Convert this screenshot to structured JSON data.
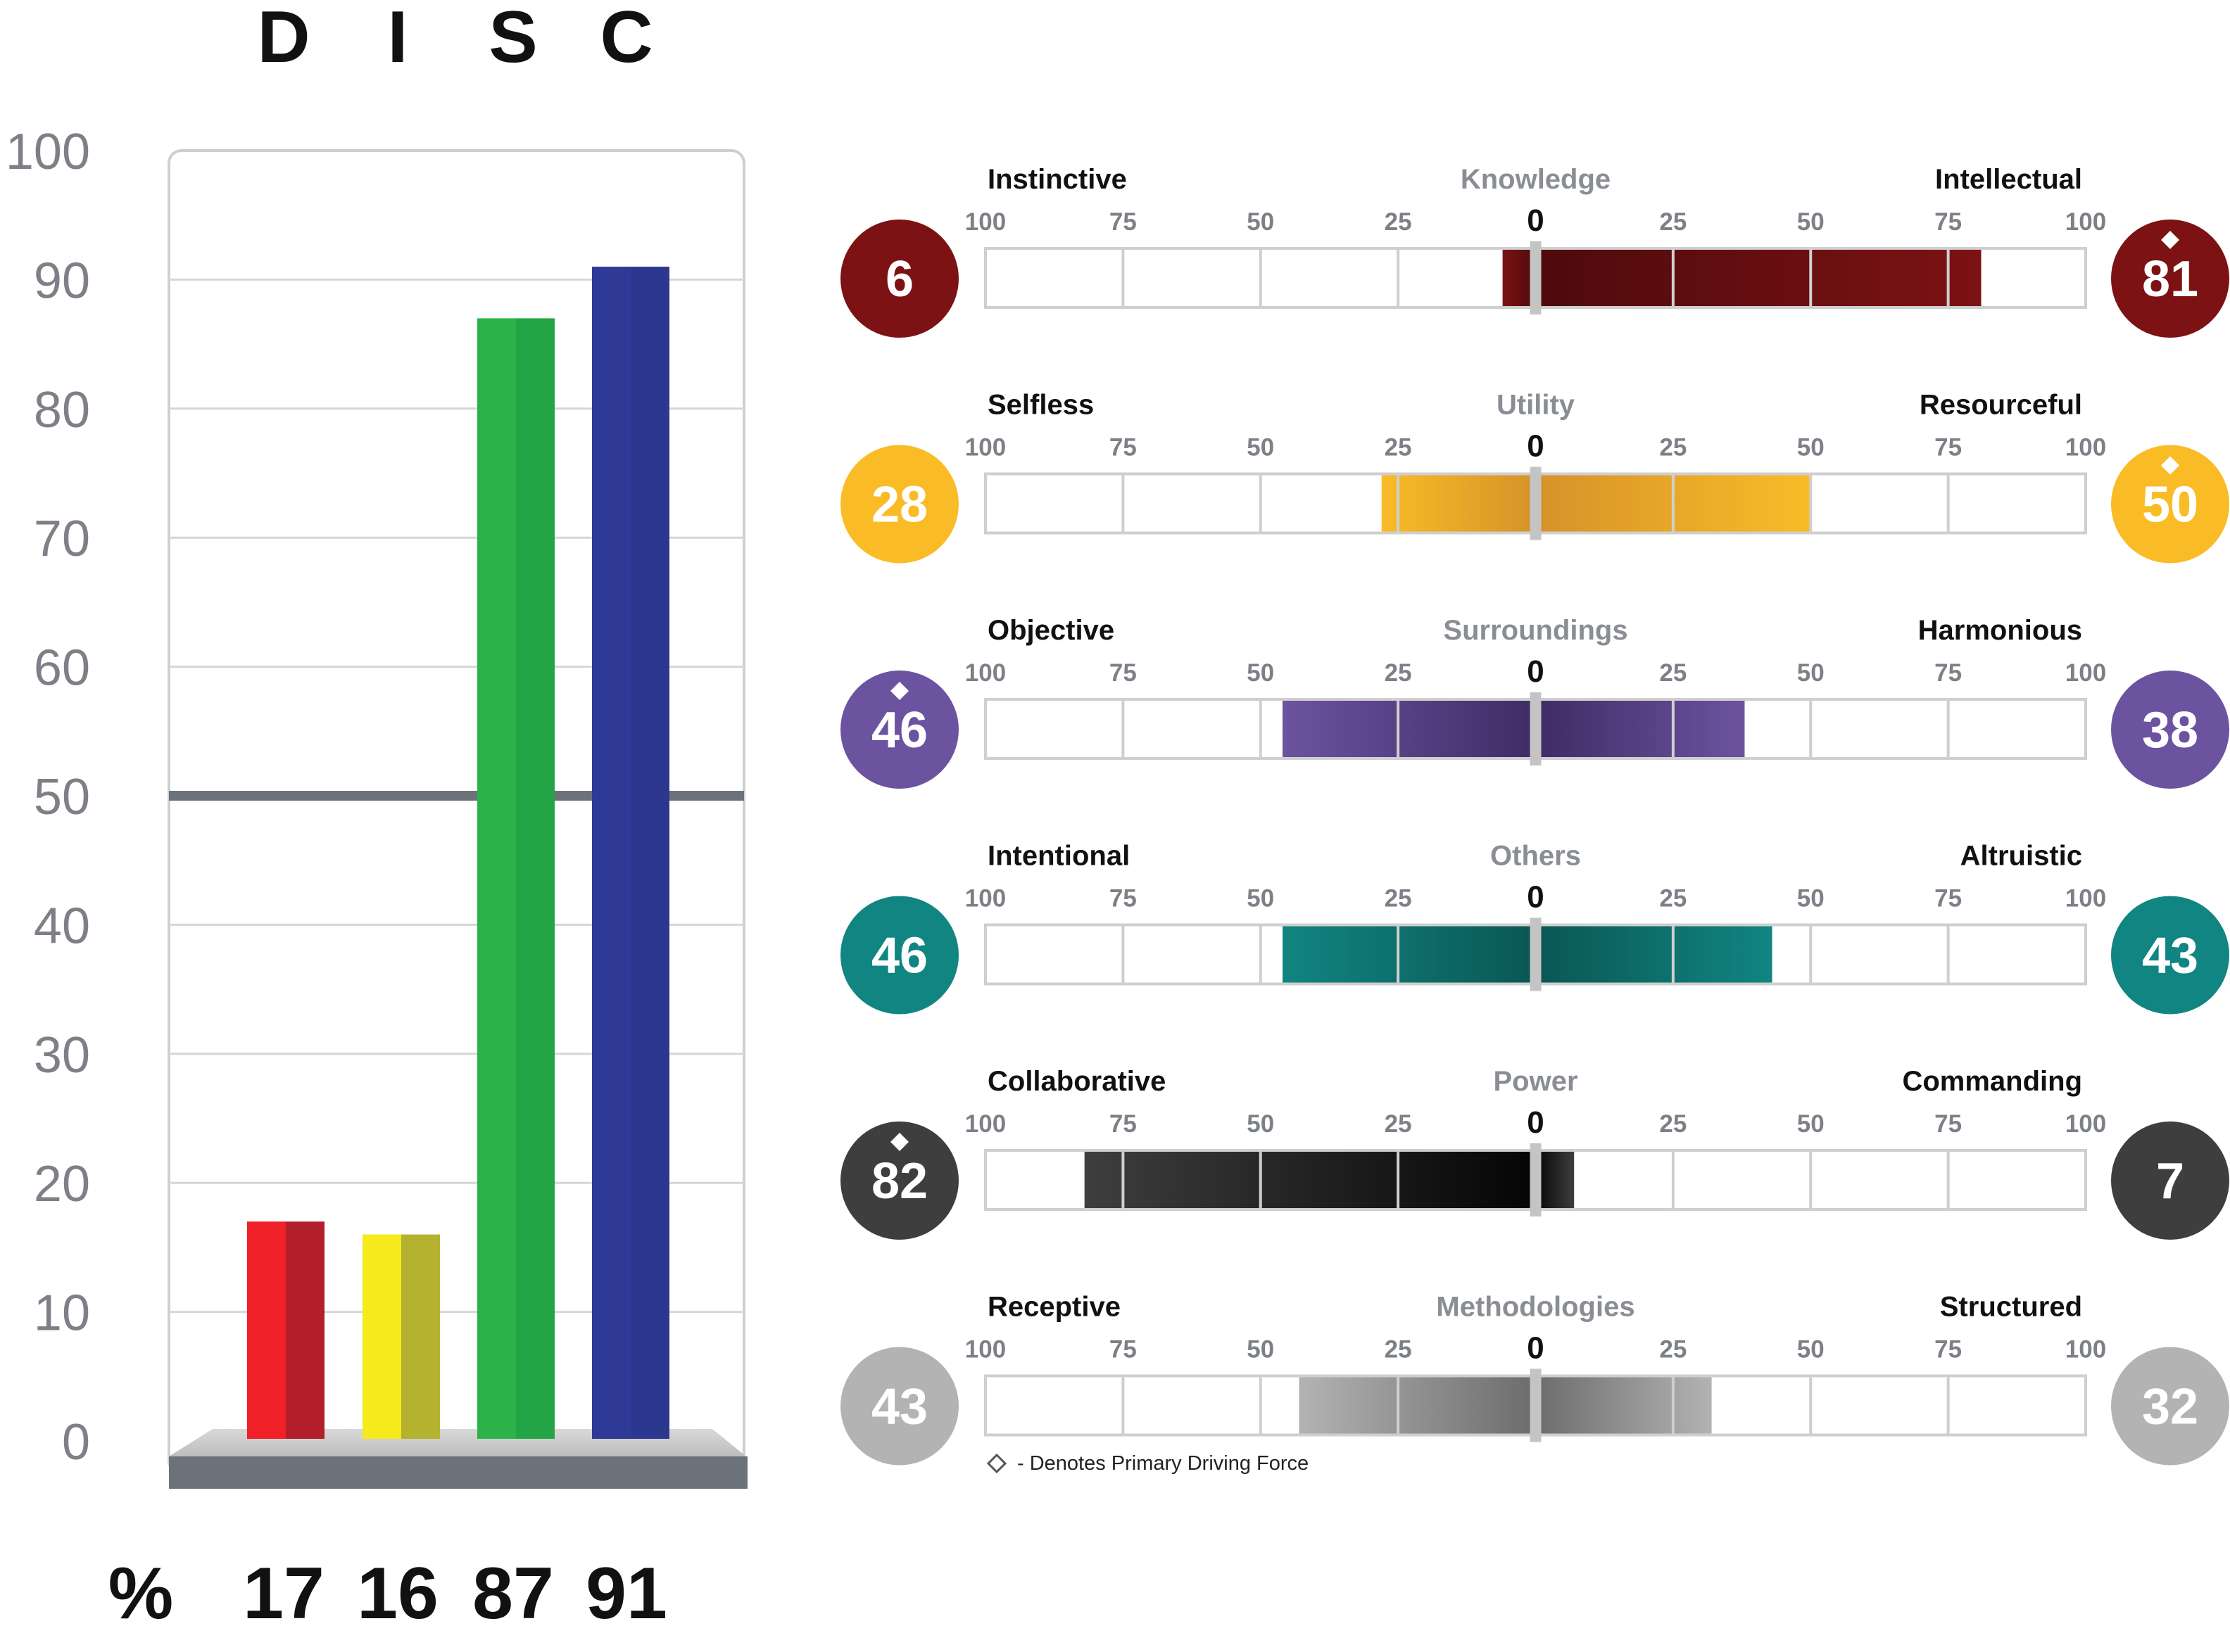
{
  "chart_data": [
    {
      "type": "bar",
      "categories": [
        "D",
        "I",
        "S",
        "C"
      ],
      "values": [
        17,
        16,
        87,
        91
      ],
      "ylim": [
        0,
        100
      ],
      "yticks": [
        "0",
        "10",
        "20",
        "30",
        "40",
        "50",
        "60",
        "70",
        "80",
        "90",
        "100"
      ],
      "footer_symbol": "%",
      "value_labels": [
        "17",
        "16",
        "87",
        "91"
      ],
      "grid": true,
      "reference_line": 50,
      "colors": [
        "#ef2027",
        "#f4ea1c",
        "#2bb34a",
        "#2e3a96"
      ],
      "colors_dark": [
        "#b21e2a",
        "#b5b22f",
        "#23a545",
        "#2c378f"
      ]
    },
    {
      "type": "bar",
      "orientation": "diverging-horizontal",
      "scale_ticks": [
        "100",
        "75",
        "50",
        "25",
        "0",
        "25",
        "50",
        "75",
        "100"
      ],
      "legend_note": "- Denotes Primary Driving Force",
      "rows": [
        {
          "name": "Knowledge",
          "left_label": "Instinctive",
          "right_label": "Intellectual",
          "left_value": 6,
          "right_value": 81,
          "left_display": "6",
          "right_display": "81",
          "primary": "right",
          "color": "#7c1214",
          "color_dark": "#4e0a0c"
        },
        {
          "name": "Utility",
          "left_label": "Selfless",
          "right_label": "Resourceful",
          "left_value": 28,
          "right_value": 50,
          "left_display": "28",
          "right_display": "50",
          "primary": "right",
          "color": "#f9bc27",
          "color_dark": "#d6922a"
        },
        {
          "name": "Surroundings",
          "left_label": "Objective",
          "right_label": "Harmonious",
          "left_value": 46,
          "right_value": 38,
          "left_display": "46",
          "right_display": "38",
          "primary": "left",
          "color": "#6c53a0",
          "color_dark": "#3f2c65"
        },
        {
          "name": "Others",
          "left_label": "Intentional",
          "right_label": "Altruistic",
          "left_value": 46,
          "right_value": 43,
          "left_display": "46",
          "right_display": "43",
          "primary": "none",
          "color": "#118581",
          "color_dark": "#0a5754"
        },
        {
          "name": "Power",
          "left_label": "Collaborative",
          "right_label": "Commanding",
          "left_value": 82,
          "right_value": 7,
          "left_display": "82",
          "right_display": "7",
          "primary": "left",
          "color": "#3e3e3e",
          "color_dark": "#050505"
        },
        {
          "name": "Methodologies",
          "left_label": "Receptive",
          "right_label": "Structured",
          "left_value": 43,
          "right_value": 32,
          "left_display": "43",
          "right_display": "32",
          "primary": "none",
          "color": "#b3b3b3",
          "color_dark": "#6c6c6c"
        }
      ]
    }
  ]
}
